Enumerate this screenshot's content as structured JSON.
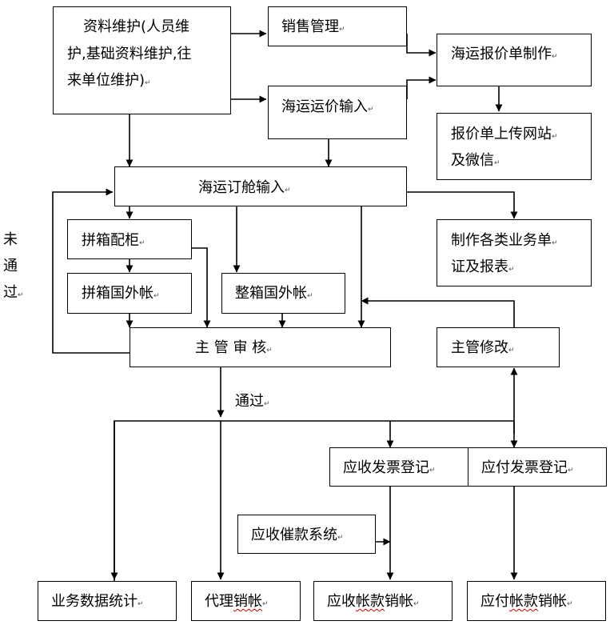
{
  "boxes": {
    "ziliao": [
      "资料维护(人员维",
      "护,基础资料维护,往",
      "来单位维护)"
    ],
    "xiaoshou": "销售管理",
    "baojiadan": "海运报价单制作",
    "yunjia": "海运运价输入",
    "shangchuan": [
      "报价单上传网站",
      "及微信"
    ],
    "dingcang": "海运订舱输入",
    "pinxiang": "拼箱配柜",
    "zhizuo": [
      "制作各类业务单",
      "证及报表"
    ],
    "pinxiang_guowai": "拼箱国外帐",
    "zhengxiang_guowai": "整箱国外帐",
    "shenhe": "主 管 审 核",
    "xiugai": "主管修改",
    "yingshou_fapiao": "应收发票登记",
    "yingfu_fapiao": "应付发票登记",
    "cuikuan": "应收催款系统",
    "tongji": "业务数据统计",
    "daili": "代理销帐",
    "yingshou_xiaozhang": "应收帐款销帐",
    "yingfu_xiaozhang": "应付帐款销帐"
  },
  "labels": {
    "not_passed": [
      "未",
      "通",
      "过"
    ],
    "passed": "通过"
  },
  "paragraph_mark": "↵"
}
